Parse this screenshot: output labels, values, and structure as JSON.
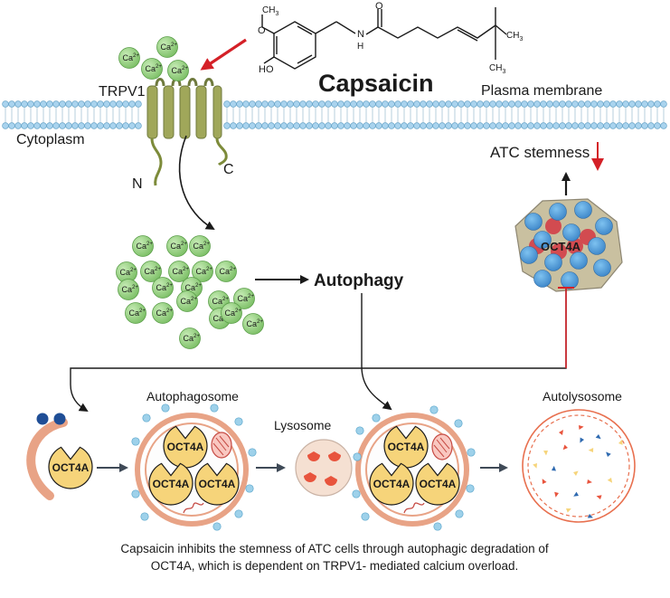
{
  "labels": {
    "compound": "Capsaicin",
    "channel": "TRPV1",
    "membrane": "Plasma membrane",
    "cytoplasm": "Cytoplasm",
    "n_term": "N",
    "c_term": "C",
    "stemness": "ATC stemness",
    "autophagy": "Autophagy",
    "cluster_protein": "OCT4A",
    "autophagosome": "Autophagosome",
    "lysosome": "Lysosome",
    "autolysosome": "Autolysosome",
    "calcium": "Ca",
    "calcium_charge": "2+",
    "molecule_ho": "HO",
    "molecule_n": "N",
    "molecule_h": "H",
    "molecule_o": "O",
    "molecule_o2": "O",
    "molecule_ch3_left": "CH",
    "molecule_ch3_right_top": "CH",
    "molecule_ch3_right_bottom": "CH",
    "sub3": "3"
  },
  "stages": [
    {
      "protein": [
        "OCT4A"
      ]
    },
    {
      "protein": [
        "OCT4A",
        "OCT4A",
        "OCT4A"
      ]
    },
    {
      "protein": [
        "OCT4A",
        "OCT4A",
        "OCT4A"
      ]
    }
  ],
  "caption": {
    "line1": "Capsaicin inhibits the stemness of ATC cells through autophagic degradation of",
    "line2": "OCT4A, which is dependent on TRPV1- mediated calcium overload."
  },
  "colors": {
    "calcium_fill": "#8fce7a",
    "calcium_stroke": "#5a9e48",
    "oct4a_fill": "#f6d47a",
    "membrane_ring": "#e8a386",
    "lysosome_dot": "#e8543d",
    "inhibit_red": "#d42027",
    "dark": "#1a1a1a"
  }
}
